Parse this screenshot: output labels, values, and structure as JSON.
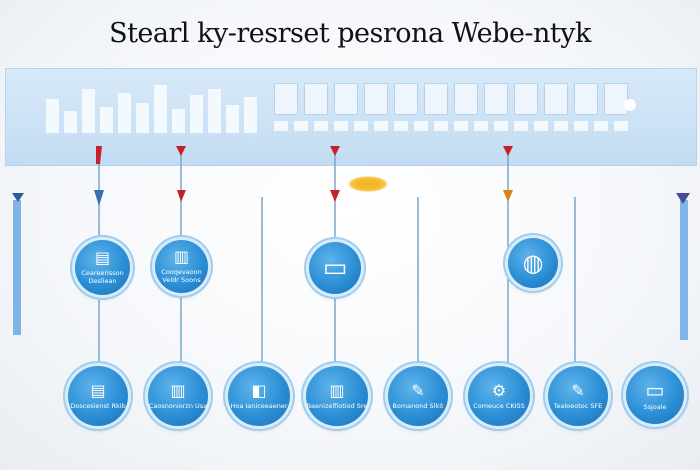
{
  "title": "Stearl ky-resrset pesrona Webe-ntyk",
  "top_nodes": [
    {
      "icon": "document-icon",
      "glyph": "▤",
      "label": "Ceareerisson\nDesliean"
    },
    {
      "icon": "book-icon",
      "glyph": "▥",
      "label": "Cooqevaoon\nVeldr Soons"
    },
    {
      "icon": "monitor-icon",
      "glyph": "▭",
      "label": ""
    },
    {
      "icon": "globe-icon",
      "glyph": "◍",
      "label": ""
    }
  ],
  "bottom_nodes": [
    {
      "icon": "document-icon",
      "glyph": "▤",
      "label": "Doscesienst Rkib"
    },
    {
      "icon": "book-icon",
      "glyph": "▥",
      "label": "Caosnoniorzn Usa"
    },
    {
      "icon": "tag-icon",
      "glyph": "◧",
      "label": "Hoa Ianiceeaener"
    },
    {
      "icon": "book-icon",
      "glyph": "▥",
      "label": "Baenizelfiotiod Sre"
    },
    {
      "icon": "note-icon",
      "glyph": "✎",
      "label": "Bomanond Slkit"
    },
    {
      "icon": "gear-icon",
      "glyph": "⚙",
      "label": "Comeuce CKISS"
    },
    {
      "icon": "pencil-icon",
      "glyph": "✎",
      "label": "Tealoeotoc SFE"
    },
    {
      "icon": "bus-icon",
      "glyph": "▭",
      "label": "Ssjoale"
    }
  ],
  "colors": {
    "accent": "#2b8fd6",
    "line_green": "#3a9a3c",
    "line_yellow": "#e0b21c",
    "line_purple": "#6a4fb5",
    "marker_red": "#c8202a"
  }
}
